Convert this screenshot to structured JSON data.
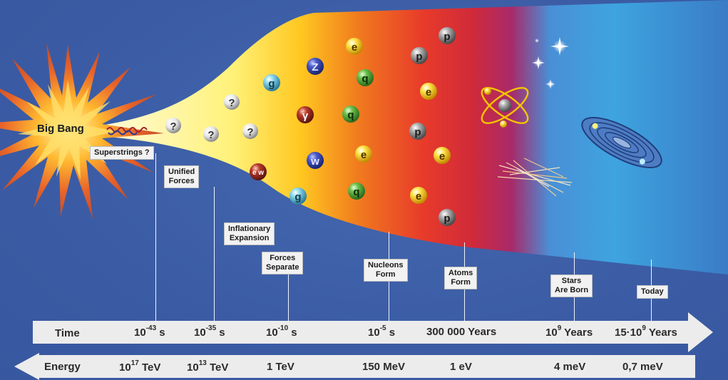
{
  "labels": {
    "big_bang": "Big Bang",
    "superstrings": "Superstrings ?",
    "unified_forces": [
      "Unified",
      "Forces"
    ],
    "inflationary_expansion": [
      "Inflationary",
      "Expansion"
    ],
    "forces_separate": [
      "Forces",
      "Separate"
    ],
    "nucleons_form": [
      "Nucleons",
      "Form"
    ],
    "atoms_form": [
      "Atoms",
      "Form"
    ],
    "stars_are_born": [
      "Stars",
      "Are Born"
    ],
    "today": "Today"
  },
  "time_axis": {
    "label": "Time",
    "ticks": [
      {
        "base": "10",
        "exp": "-43",
        "unit": "s"
      },
      {
        "base": "10",
        "exp": "-35",
        "unit": "s"
      },
      {
        "base": "10",
        "exp": "-10",
        "unit": "s"
      },
      {
        "base": "10",
        "exp": "-5",
        "unit": "s"
      },
      {
        "base": "300 000 Years",
        "exp": "",
        "unit": ""
      },
      {
        "base": "10",
        "exp": "9",
        "unit": "Years"
      },
      {
        "base": "15·10",
        "exp": "9",
        "unit": "Years"
      }
    ]
  },
  "energy_axis": {
    "label": "Energy",
    "ticks": [
      {
        "base": "10",
        "exp": "17",
        "unit": "TeV"
      },
      {
        "base": "10",
        "exp": "13",
        "unit": "TeV"
      },
      {
        "base": "1 TeV",
        "exp": "",
        "unit": ""
      },
      {
        "base": "150 MeV",
        "exp": "",
        "unit": ""
      },
      {
        "base": "1 eV",
        "exp": "",
        "unit": ""
      },
      {
        "base": "4 meV",
        "exp": "",
        "unit": ""
      },
      {
        "base": "0,7 meV",
        "exp": "",
        "unit": ""
      }
    ]
  },
  "particles": {
    "unknown": "?",
    "g": "g",
    "z": "Z",
    "gamma": "γ",
    "w": "w",
    "ew": "e w",
    "e": "e",
    "q": "q",
    "p": "p"
  },
  "colors": {
    "background": "#3b5ca4",
    "arrow_fill": "#ececec",
    "electron": "#f4c200",
    "quark": "#4aa03a",
    "proton": "#8a8a8a",
    "gluon": "#5bbcd6",
    "z_boson": "#3a4fb0",
    "photon": "#a02a2a"
  }
}
